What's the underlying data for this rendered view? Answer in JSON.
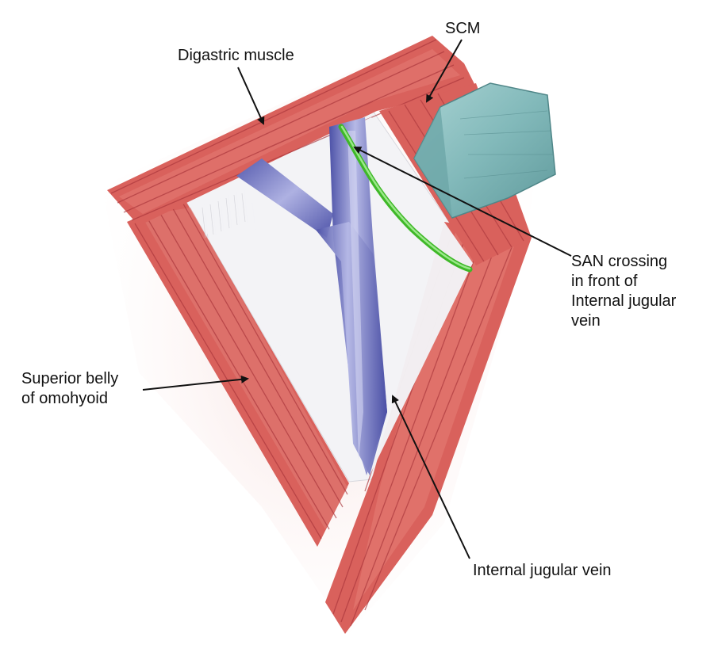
{
  "labels": {
    "scm": "SCM",
    "digastric": "Digastric muscle",
    "san": [
      "SAN crossing",
      "in front of",
      "Internal jugular",
      "vein"
    ],
    "omohyoid": [
      "Superior belly",
      "of omohyoid"
    ],
    "ijv": "Internal jugular vein"
  },
  "colors": {
    "muscle": "#d9645f",
    "muscle_fiber": "#b23c3b",
    "vein": "#6b6fc1",
    "vein_highlight": "#b9bce8",
    "nerve": "#4fcf34",
    "scm": "#7fb7b8",
    "background_tissue": "#f4f4f6"
  },
  "icons": {
    "arrows": "leader-arrow"
  }
}
